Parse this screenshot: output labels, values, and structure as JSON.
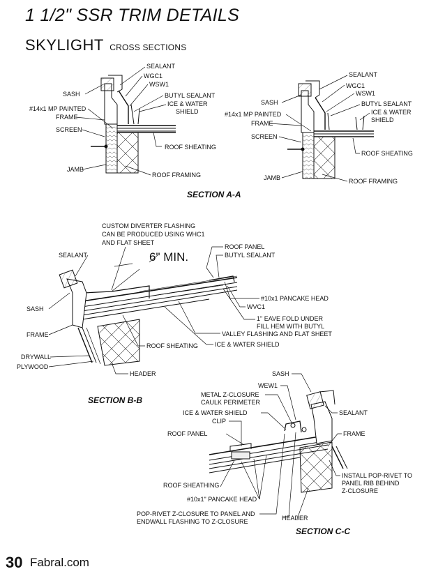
{
  "header": {
    "title": "1 1/2\" SSR TRIM DETAILS",
    "section_main": "SKYLIGHT",
    "section_sub": "CROSS SECTIONS"
  },
  "section_aa": {
    "caption": "SECTION A-A",
    "left": {
      "sealant": "SEALANT",
      "wgc1": "WGC1",
      "wsw1": "WSW1",
      "sash": "SASH",
      "butyl": "BUTYL SEALANT",
      "screw": "#14x1 MP PAINTED",
      "ice1": "ICE & WATER",
      "ice2": "SHIELD",
      "frame": "FRAME",
      "screen": "SCREEN",
      "sheathing": "ROOF SHEATING",
      "jamb": "JAMB",
      "framing": "ROOF FRAMING"
    },
    "right": {
      "sealant": "SEALANT",
      "wgc1": "WGC1",
      "wsw1": "WSW1",
      "sash": "SASH",
      "butyl": "BUTYL SEALANT",
      "screw": "#14x1 MP PAINTED",
      "ice1": "ICE & WATER",
      "ice2": "SHIELD",
      "frame": "FRAME",
      "screen": "SCREEN",
      "sheathing": "ROOF SHEATING",
      "jamb": "JAMB",
      "framing": "ROOF FRAMING"
    }
  },
  "section_bb": {
    "caption": "SECTION B-B",
    "diverter1": "CUSTOM DIVERTER FLASHING",
    "diverter2": "CAN BE PRODUCED USING WHC1",
    "diverter3": "AND FLAT SHEET",
    "min": "6\" MIN.",
    "sealant": "SEALANT",
    "roof_panel": "ROOF PANEL",
    "butyl": "BUTYL SEALANT",
    "pancake": "#10x1 PANCAKE HEAD",
    "wvc1": "WVC1",
    "eave1": "1\" EAVE FOLD UNDER",
    "eave2": "FILL HEM WITH BUTYL",
    "valley": "VALLEY FLASHING AND FLAT SHEET",
    "sash": "SASH",
    "frame": "FRAME",
    "sheathing": "ROOF SHEATING",
    "ice": "ICE & WATER SHIELD",
    "drywall": "DRYWALL",
    "plywood": "PLYWOOD",
    "header": "HEADER"
  },
  "section_cc": {
    "caption": "SECTION C-C",
    "sash": "SASH",
    "wew1": "WEW1",
    "zclosure1": "METAL Z-CLOSURE",
    "zclosure2": "CAULK PERIMETER",
    "ice": "ICE & WATER SHIELD",
    "sealant": "SEALANT",
    "clip": "CLIP",
    "roof_panel": "ROOF PANEL",
    "frame": "FRAME",
    "rivet1": "INSTALL POP-RIVET TO",
    "rivet2": "PANEL RIB BEHIND",
    "rivet3": "Z-CLOSURE",
    "sheathing": "ROOF SHEATHING",
    "pancake": "#10x1\" PANCAKE HEAD",
    "poprivet1": "POP-RIVET Z-CLOSURE TO PANEL AND",
    "poprivet2": "ENDWALL FLASHING TO Z-CLOSURE",
    "header": "HEADER"
  },
  "footer": {
    "page": "30",
    "site": "Fabral.com"
  }
}
